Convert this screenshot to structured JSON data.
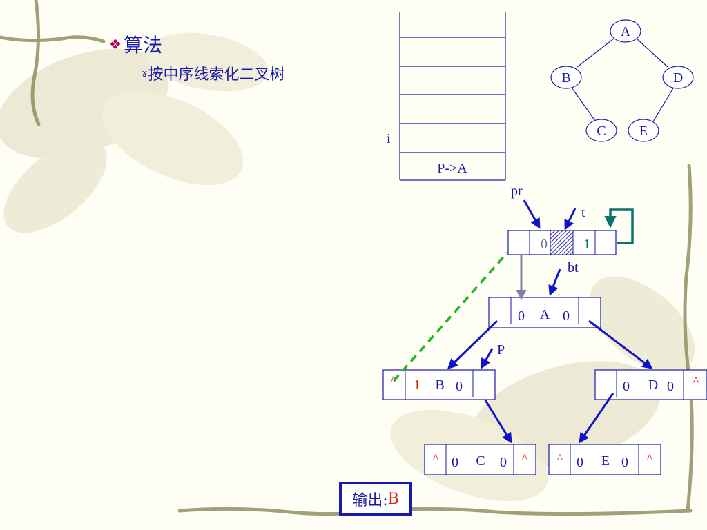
{
  "heading": {
    "marker": "❖",
    "text": "算法"
  },
  "subheading": {
    "marker": "ɤ",
    "text": "按中序线索化二叉树"
  },
  "stack": {
    "label_i": "i",
    "bottom_cell": "P->A"
  },
  "small_tree": {
    "nodes": [
      "A",
      "B",
      "D",
      "C",
      "E"
    ]
  },
  "pointer_labels": {
    "pr": "pr",
    "t": "t",
    "bt": "bt",
    "p": "P"
  },
  "head_node": {
    "ltag": "0",
    "rtag": "1"
  },
  "node_a": {
    "ltag": "0",
    "data": "A",
    "rtag": "0"
  },
  "node_b": {
    "lchild": "^",
    "ltag": "1",
    "data": "B",
    "rtag": "0"
  },
  "node_d": {
    "ltag": "0",
    "data": "D",
    "rtag": "0",
    "rchild": "^"
  },
  "node_c": {
    "lchild": "^",
    "ltag": "0",
    "data": "C",
    "rtag": "0",
    "rchild": "^"
  },
  "node_e": {
    "lchild": "^",
    "ltag": "0",
    "data": "E",
    "rtag": "0",
    "rchild": "^"
  },
  "output": {
    "label": "输出:",
    "value": "B"
  },
  "colors": {
    "box_stroke": "#1a1aa8",
    "arrow_blue": "#1212c8",
    "text_red": "#e02000",
    "text_teal": "#0a7a6a",
    "text_gray": "#7070a0",
    "dash_green": "#22b81e",
    "teal_loop": "#0a7070",
    "gray_arrow": "#8080a8"
  }
}
